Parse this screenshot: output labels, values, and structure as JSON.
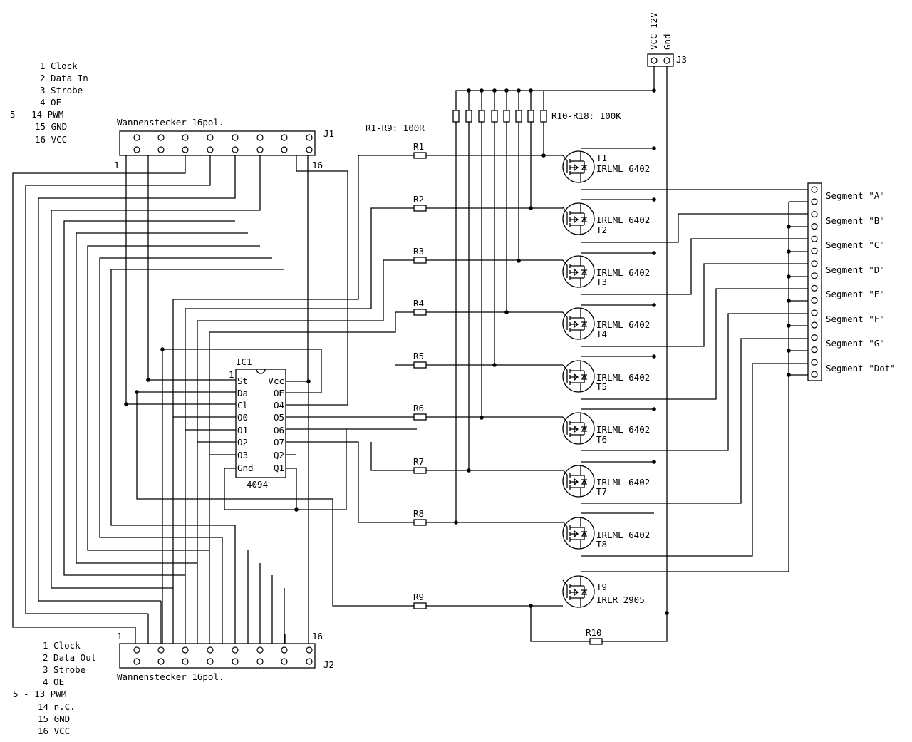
{
  "j1": {
    "ref": "J1",
    "name": "Wannenstecker 16pol.",
    "pin_first": "1",
    "pin_last": "16",
    "legend": [
      "1 Clock",
      "2 Data In",
      "3 Strobe",
      "4 OE",
      "5 - 14 PWM",
      "15 GND",
      "16 VCC"
    ]
  },
  "j2": {
    "ref": "J2",
    "name": "Wannenstecker 16pol.",
    "pin_first": "1",
    "pin_last": "16",
    "legend": [
      "1 Clock",
      "2 Data Out",
      "3 Strobe",
      "4 OE",
      "5 - 13 PWM",
      "14 n.C.",
      "15 GND",
      "16 VCC"
    ]
  },
  "j3": {
    "ref": "J3",
    "pins": [
      "VCC 12V",
      "Gnd"
    ]
  },
  "ic1": {
    "ref": "IC1",
    "part": "4094",
    "pin1": "1",
    "left_pins": [
      "St",
      "Da",
      "Cl",
      "O0",
      "O1",
      "O2",
      "O3",
      "Gnd"
    ],
    "right_pins": [
      "Vcc",
      "OE",
      "O4",
      "O5",
      "O6",
      "O7",
      "Q2",
      "Q1"
    ]
  },
  "resistor_notes": {
    "gate": "R1-R9: 100R",
    "pulldown": "R10-R18: 100K"
  },
  "resistors": [
    "R1",
    "R2",
    "R3",
    "R4",
    "R5",
    "R6",
    "R7",
    "R8",
    "R9",
    "R10"
  ],
  "transistors": [
    {
      "ref": "T1",
      "part": "IRLML 6402"
    },
    {
      "ref": "T2",
      "part": "IRLML 6402"
    },
    {
      "ref": "T3",
      "part": "IRLML 6402"
    },
    {
      "ref": "T4",
      "part": "IRLML 6402"
    },
    {
      "ref": "T5",
      "part": "IRLML 6402"
    },
    {
      "ref": "T6",
      "part": "IRLML 6402"
    },
    {
      "ref": "T7",
      "part": "IRLML 6402"
    },
    {
      "ref": "T8",
      "part": "IRLML 6402"
    },
    {
      "ref": "T9",
      "part": "IRLR 2905"
    }
  ],
  "segments": [
    "Segment \"A\"",
    "Segment \"B\"",
    "Segment \"C\"",
    "Segment \"D\"",
    "Segment \"E\"",
    "Segment \"F\"",
    "Segment \"G\"",
    "Segment \"Dot\""
  ]
}
